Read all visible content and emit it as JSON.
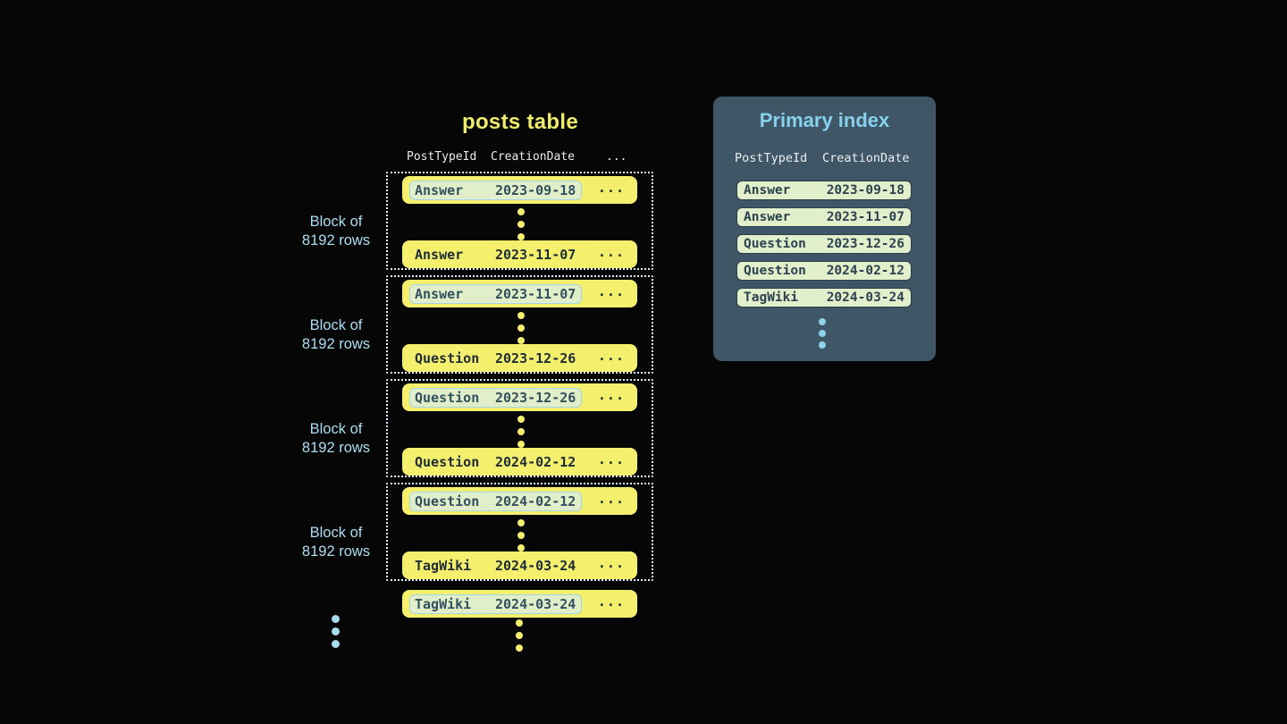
{
  "colors": {
    "background": "#060606",
    "row_yellow": "#f4ef6d",
    "title_yellow": "#f0ed6a",
    "highlight_green": "#e1eeca",
    "highlight_border_blue": "#a4d6e8",
    "label_blue": "#aadef2",
    "panel_slate": "#3e5665",
    "panel_title_blue": "#87d1ee",
    "index_row_green": "#e1efca"
  },
  "posts_table": {
    "title": "posts table",
    "columns": [
      "PostTypeId",
      "CreationDate",
      "..."
    ],
    "ellipsis": "...",
    "block_label": {
      "line1": "Block of",
      "line2": "8192 rows"
    },
    "blocks": [
      {
        "first": {
          "type": "Answer",
          "date": "2023-09-18"
        },
        "last": {
          "type": "Answer",
          "date": "2023-11-07"
        }
      },
      {
        "first": {
          "type": "Answer",
          "date": "2023-11-07"
        },
        "last": {
          "type": "Question",
          "date": "2023-12-26"
        }
      },
      {
        "first": {
          "type": "Question",
          "date": "2023-12-26"
        },
        "last": {
          "type": "Question",
          "date": "2024-02-12"
        }
      },
      {
        "first": {
          "type": "Question",
          "date": "2024-02-12"
        },
        "last": {
          "type": "TagWiki",
          "date": "2024-03-24"
        }
      }
    ],
    "tail_row": {
      "type": "TagWiki",
      "date": "2024-03-24"
    }
  },
  "primary_index": {
    "title": "Primary index",
    "columns": [
      "PostTypeId",
      "CreationDate"
    ],
    "rows": [
      {
        "type": "Answer",
        "date": "2023-09-18"
      },
      {
        "type": "Answer",
        "date": "2023-11-07"
      },
      {
        "type": "Question",
        "date": "2023-12-26"
      },
      {
        "type": "Question",
        "date": "2024-02-12"
      },
      {
        "type": "TagWiki",
        "date": "2024-03-24"
      }
    ]
  }
}
